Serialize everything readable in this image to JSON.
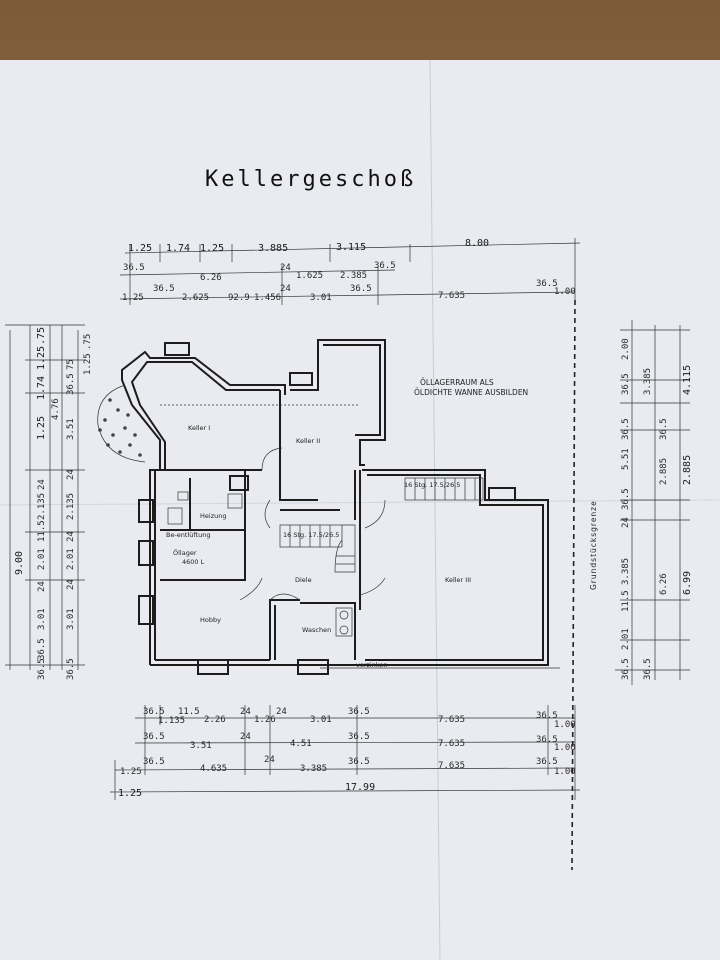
{
  "title": "Kellergeschoß",
  "rooms": {
    "keller1": "Keller I",
    "keller2": "Keller II",
    "keller3": "Keller III",
    "heizung": "Heizung",
    "oellager": "Öllager",
    "oellager_volume": "4600 L",
    "hobby": "Hobby",
    "diele": "Diele",
    "waschen": "Waschen",
    "belueftung": "Be-entlüftung"
  },
  "notes": {
    "line1": "ÖLLAGERRAUM ALS",
    "line2": "ÖLDICHTE WANNE AUSBILDEN",
    "boundary": "Grundstücksgrenze",
    "stair1": "16 Stg. 17.5/26.5",
    "stair2": "16 Stg. 17.5/26.5",
    "verzinken": "verzinken"
  },
  "dims": {
    "top1": [
      "1.25",
      "1.74",
      "1.25",
      "3.885",
      "3.115",
      "8.00"
    ],
    "top2": [
      "36.5",
      "6.26",
      "24",
      "1.625",
      "2.385",
      "36.5"
    ],
    "top3": [
      "1.25",
      "36.5",
      "2.625",
      "92.9",
      "1.456",
      "24",
      "3.01",
      "36.5",
      "7.635",
      "36.5",
      "1.00"
    ],
    "bot1": [
      "36.5",
      "11.5",
      "1.135",
      "2.26",
      "24",
      "1.26",
      "24",
      "3.01",
      "36.5",
      "7.635",
      "36.5",
      "1.00"
    ],
    "bot2": [
      "36.5",
      "3.51",
      "24",
      "4.51",
      "36.5",
      "7.635",
      "36.5",
      "1.00"
    ],
    "bot3": [
      "1.25",
      "36.5",
      "4.635",
      "24",
      "3.385",
      "36.5",
      "7.635",
      "36.5",
      "1.00"
    ],
    "bot4": [
      "1.25",
      "17.99"
    ],
    "left_total": "9.00",
    "left1": [
      "1.25",
      "1.74",
      "1.25",
      ".75"
    ],
    "left2": [
      "36.5",
      "4.76",
      "24",
      "2.135",
      "11.5",
      "2.01",
      "24",
      "3.01",
      "36.5"
    ],
    "left3": [
      "36.5",
      "75",
      "3.51",
      "24",
      "2.135",
      "24",
      "2.01",
      "24",
      "3.01",
      "36.5"
    ],
    "left4": [
      "1.25",
      ".75"
    ],
    "right1": [
      "2.00",
      "36.5",
      "3.385",
      "36.5",
      "5.51",
      "36.5",
      "24",
      "3.385",
      "11.5",
      "2.01",
      "36.5",
      "36.5"
    ],
    "right2": [
      "4.115",
      "2.885",
      "6.26",
      "36.5"
    ],
    "right3": [
      "6.99"
    ],
    "right_mid": [
      "2.885"
    ]
  },
  "colors": {
    "paper": "#e9ebf1",
    "table": "#8a6a45",
    "ink": "#1d1d1d"
  }
}
